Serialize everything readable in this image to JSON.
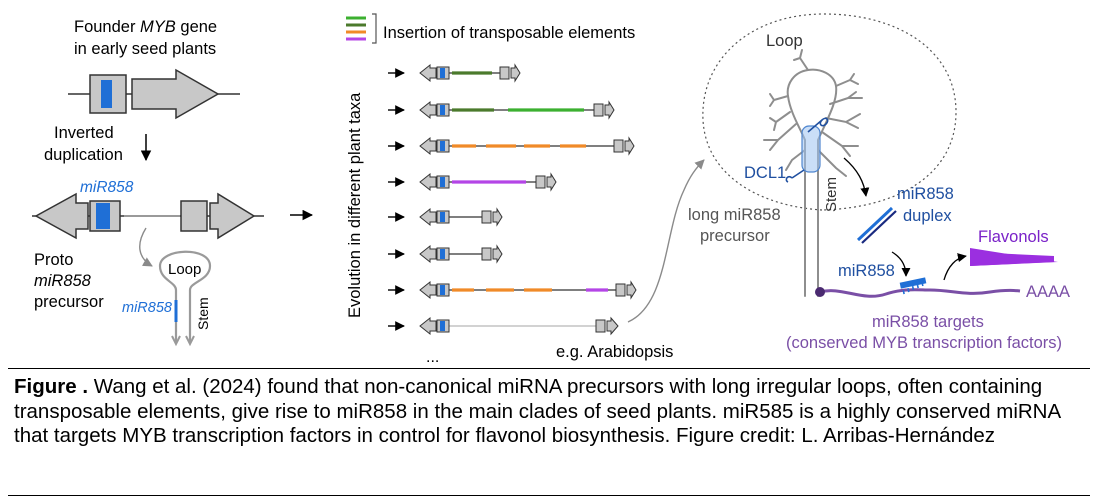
{
  "diagram": {
    "founder_line1_pre": "Founder ",
    "founder_gene": "MYB",
    "founder_line1_post": " gene",
    "founder_line2": "in early seed plants",
    "inverted_line1": "Inverted",
    "inverted_line2": "duplication",
    "mirna_label": "miR858",
    "proto_line1": "Proto",
    "proto_line2": "miR858",
    "proto_line3": "precursor",
    "hairpin_loop": "Loop",
    "hairpin_stem": "Stem",
    "hairpin_mirna": "miR858",
    "te_insertion": "Insertion of transposable elements",
    "evolution_axis": "Evolution in different plant taxa",
    "example_species": "e.g. Arabidopsis",
    "ellipsis": "...",
    "long_line1": "long miR858",
    "long_line2": "precursor",
    "big_loop": "Loop",
    "big_stem": "Stem",
    "dcl1": "DCL1",
    "duplex_line1": "miR858",
    "duplex_line2": "duplex",
    "flavonols": "Flavonols",
    "target_mirna": "miR858",
    "polya": "AAAA",
    "targets_line1": "miR858 targets",
    "targets_line2": "(conserved MYB transcription factors)"
  },
  "colors": {
    "te_green": "#3cb030",
    "te_dark_green": "#4b7a2c",
    "te_orange": "#f08a28",
    "te_purple": "#b445e6",
    "mirna_blue": "#1f6fd6",
    "target_purple": "#7a4fa6",
    "flavonol_purple": "#9b2fe0",
    "gene_gray": "#c8c8c8"
  },
  "caption": {
    "label": "Figure .",
    "text": " Wang et al. (2024) found that non-canonical miRNA precursors with long irregular loops, often containing transposable elements, give rise to miR858 in the main clades of seed plants. miR585 is a highly conserved miRNA that targets MYB transcription factors in control for flavonol biosynthesis. Figure credit: L. Arribas-Hernández"
  }
}
